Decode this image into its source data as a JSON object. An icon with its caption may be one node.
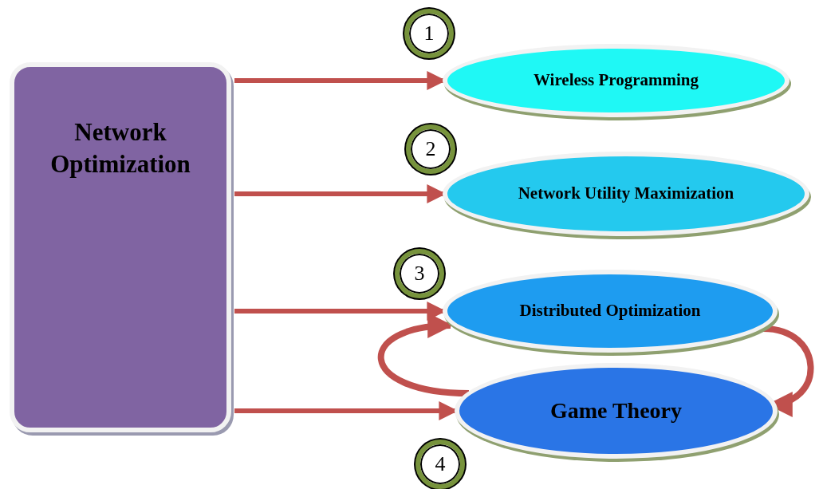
{
  "diagram": {
    "nodes": [
      {
        "text": [
          "Network Optimization"
        ]
      },
      {
        "text": [
          "1"
        ]
      },
      {
        "text": [
          "Wireless Programming"
        ]
      },
      {
        "text": [
          "2"
        ]
      },
      {
        "text": [
          "Network Utility Maximization"
        ]
      },
      {
        "text": [
          "3"
        ]
      },
      {
        "text": [
          "Distributed Optimization"
        ]
      },
      {
        "text": [
          "Game Theory"
        ]
      },
      {
        "text": [
          "4"
        ]
      }
    ],
    "edges": [
      {
        "from": 0,
        "to": 2,
        "arrow": "to"
      },
      {
        "from": 0,
        "to": 4,
        "arrow": "to"
      },
      {
        "from": 0,
        "to": 6,
        "arrow": "to"
      },
      {
        "from": 0,
        "to": 7,
        "arrow": "to"
      },
      {
        "from": 7,
        "to": 6,
        "arrow": "to"
      },
      {
        "from": 6,
        "to": 7,
        "arrow": "to"
      }
    ]
  }
}
